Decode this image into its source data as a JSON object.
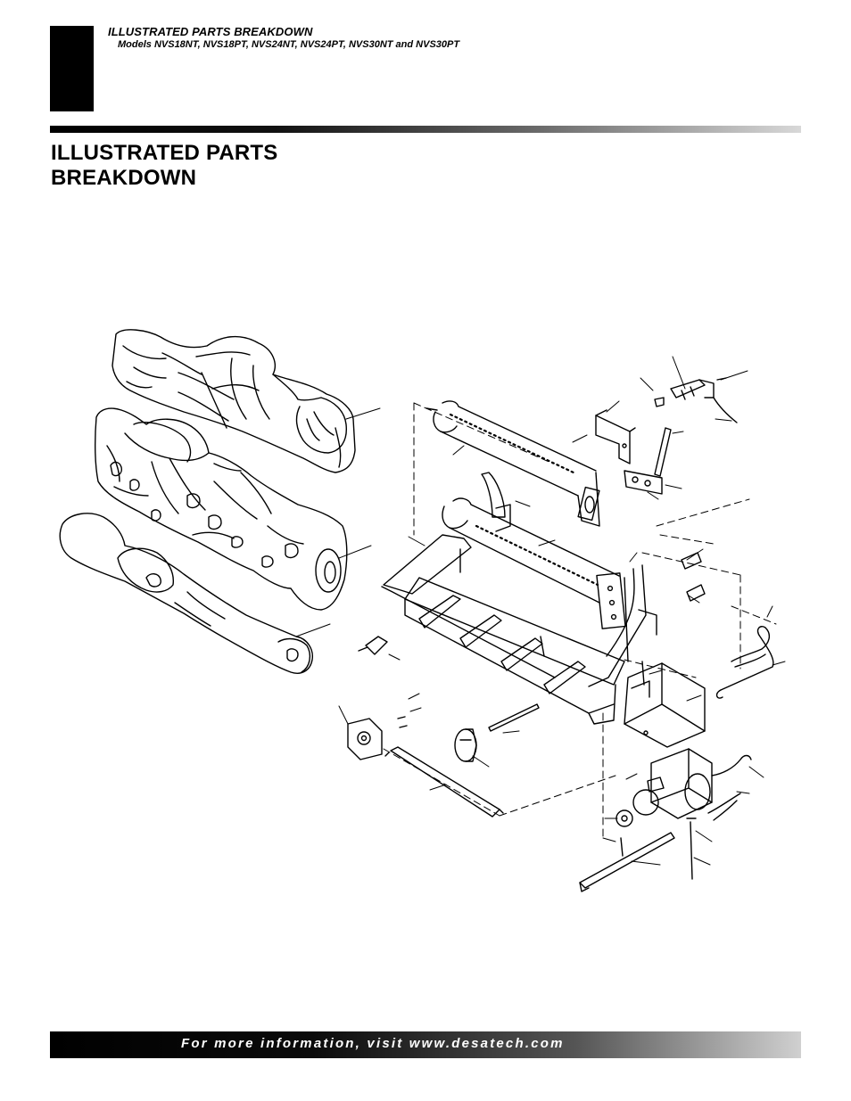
{
  "header": {
    "section_title": "ILLUSTRATED PARTS BREAKDOWN",
    "models": "Models NVS18NT, NVS18PT, NVS24NT, NVS24PT, NVS30NT and NVS30PT"
  },
  "page_title": {
    "line1": "ILLUSTRATED PARTS",
    "line2": "BREAKDOWN"
  },
  "footer": {
    "prefix": "For more information, visit ",
    "url": "www.desatech.com"
  }
}
